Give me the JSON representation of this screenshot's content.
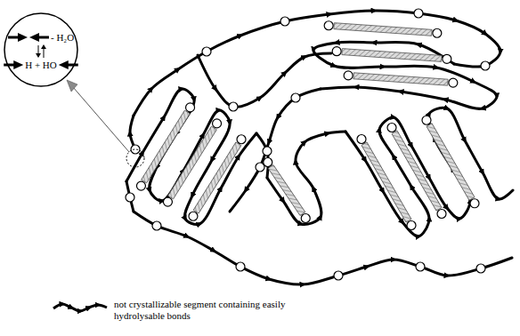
{
  "diagram": {
    "nodes": [
      {
        "text": [
          "- H₂O",
          "H + HO"
        ]
      }
    ],
    "legend": [
      {
        "text": "not crystallizable segment containing easily hydrolysable bonds"
      }
    ]
  }
}
